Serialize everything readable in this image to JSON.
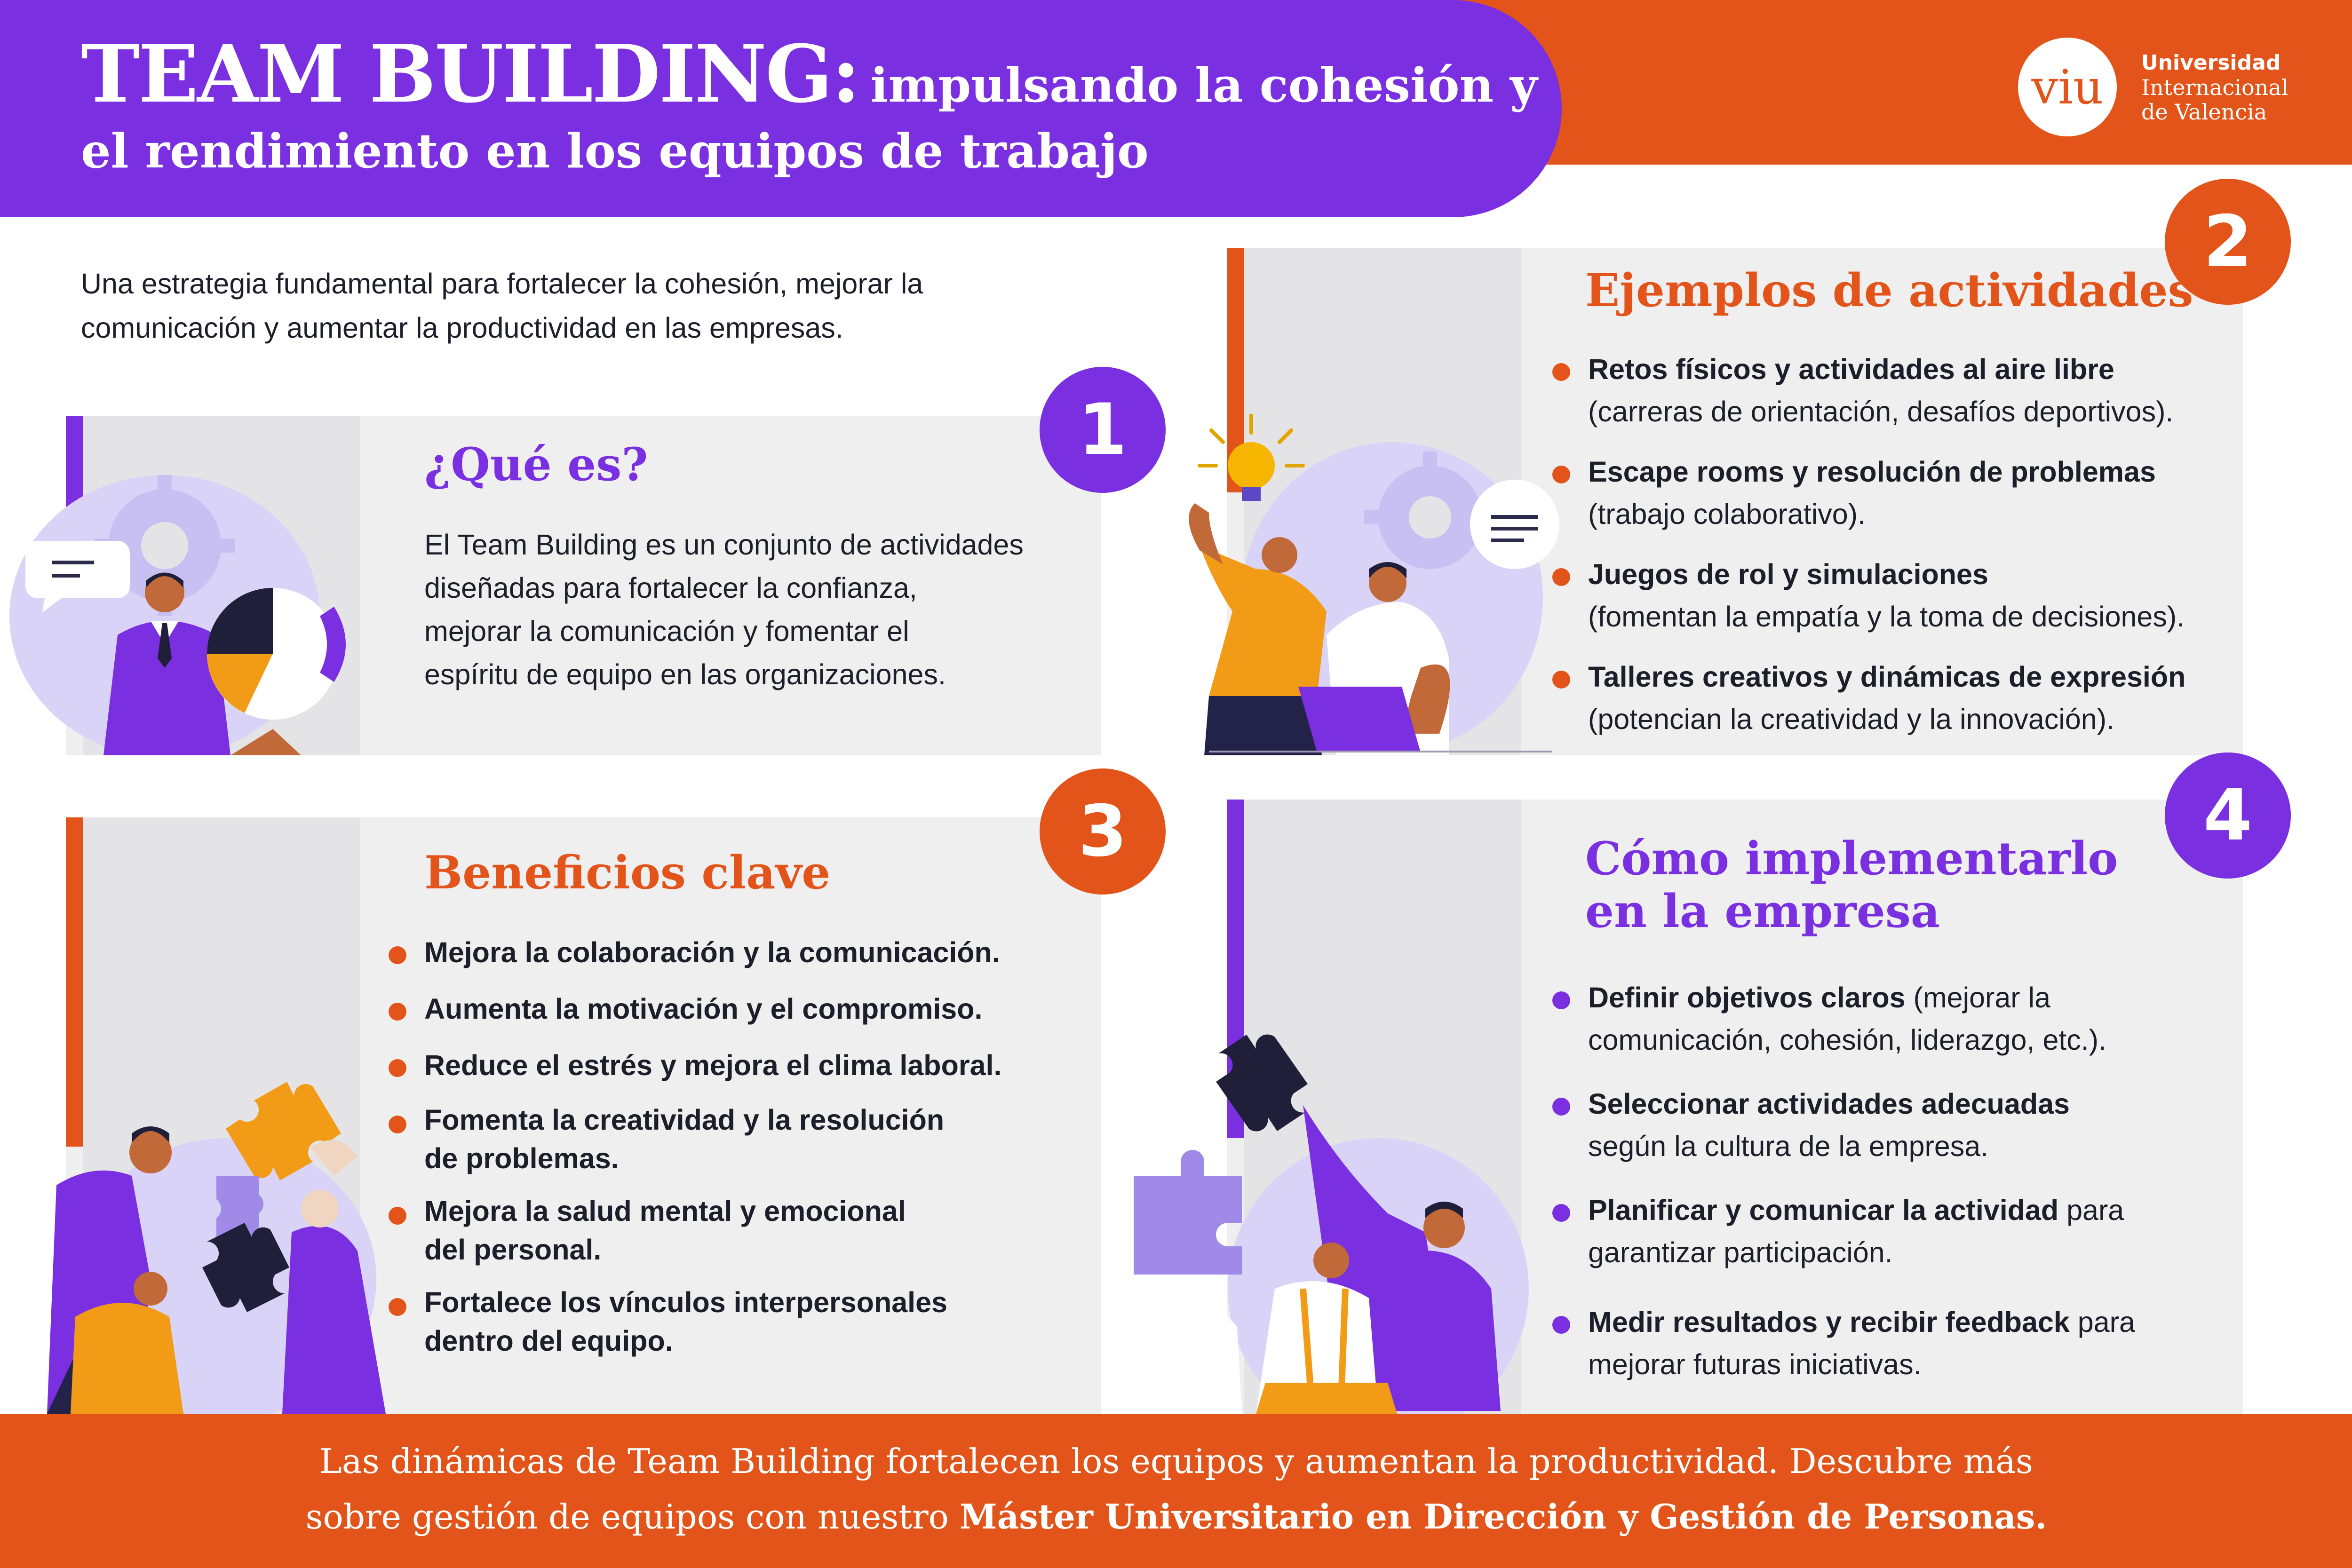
{
  "header": {
    "title_main": "TEAM BUILDING:",
    "title_rest": "impulsando la cohesión y",
    "title_line2": "el rendimiento en los equipos de trabajo"
  },
  "logo": {
    "mark": "viu",
    "line1": "Universidad",
    "line2": "Internacional",
    "line3": "de Valencia"
  },
  "intro": {
    "line1": "Una estrategia fundamental para fortalecer la cohesión, mejorar la",
    "line2": "comunicación y aumentar la productividad en las empresas."
  },
  "sections": {
    "s1": {
      "number": "1",
      "heading": "¿Qué es?",
      "lines": [
        "El Team Building es un conjunto de  actividades",
        "diseñadas para fortalecer la confianza,",
        "mejorar la comunicación y fomentar el",
        "espíritu de equipo en las organizaciones."
      ]
    },
    "s2": {
      "number": "2",
      "heading": "Ejemplos de actividades",
      "items": [
        {
          "bold": "Retos físicos y actividades al aire libre",
          "rest": "(carreras de orientación, desafíos deportivos)."
        },
        {
          "bold": "Escape rooms y resolución de problemas",
          "rest": "(trabajo colaborativo)."
        },
        {
          "bold": "Juegos de rol y simulaciones",
          "rest": "(fomentan la empatía y la toma de decisiones)."
        },
        {
          "bold": "Talleres creativos y dinámicas de expresión",
          "rest": "(potencian la creatividad y la innovación)."
        }
      ]
    },
    "s3": {
      "number": "3",
      "heading": "Beneficios clave",
      "items": [
        {
          "line1": "Mejora la colaboración y la comunicación.",
          "line2": ""
        },
        {
          "line1": "Aumenta la motivación y el compromiso.",
          "line2": ""
        },
        {
          "line1": "Reduce el estrés y mejora el clima laboral.",
          "line2": ""
        },
        {
          "line1": "Fomenta la creatividad y la resolución",
          "line2": "de problemas."
        },
        {
          "line1": "Mejora la salud mental y emocional",
          "line2": "del personal."
        },
        {
          "line1": "Fortalece los vínculos interpersonales",
          "line2": "dentro del equipo."
        }
      ]
    },
    "s4": {
      "number": "4",
      "heading_line1": "Cómo implementarlo",
      "heading_line2": "en la empresa",
      "items": [
        {
          "bold": "Definir objetivos claros",
          "tail": " (mejorar la",
          "line2": "comunicación, cohesión, liderazgo, etc.)."
        },
        {
          "bold": "Seleccionar actividades adecuadas",
          "tail": "",
          "line2": "según la cultura de la empresa."
        },
        {
          "bold": "Planificar y comunicar la actividad",
          "tail": " para",
          "line2": "garantizar participación."
        },
        {
          "bold": "Medir resultados y recibir feedback",
          "tail": " para",
          "line2": "mejorar futuras iniciativas."
        }
      ]
    }
  },
  "footer": {
    "line1": "Las dinámicas de Team Building fortalecen los equipos y aumentan la productividad. Descubre más",
    "line2_pre": "sobre gestión de equipos con nuestro ",
    "line2_bold": "Máster Universitario en Dirección y Gestión de Personas."
  },
  "colors": {
    "purple": "#7a2fe0",
    "orange": "#e25419",
    "card_bg": "#efeff0",
    "text": "#1e1e2a"
  }
}
